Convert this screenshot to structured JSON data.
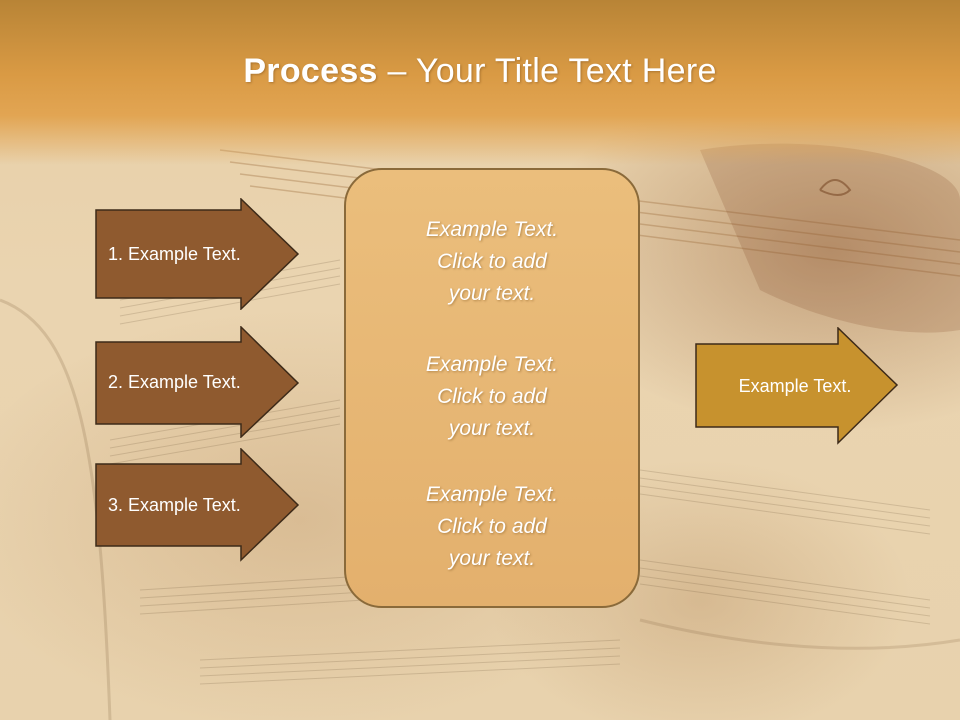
{
  "slide": {
    "title_bold": "Process",
    "title_rest": " – Your Title Text Here"
  },
  "left_steps": [
    {
      "label": "1. Example Text."
    },
    {
      "label": "2. Example Text."
    },
    {
      "label": "3. Example Text."
    }
  ],
  "center_box": {
    "blocks": [
      {
        "line1": "Example Text.",
        "line2": "Click  to add",
        "line3": "your text."
      },
      {
        "line1": "Example Text.",
        "line2": "Click  to add",
        "line3": "your text."
      },
      {
        "line1": "Example Text.",
        "line2": "Click  to add",
        "line3": "your text."
      }
    ]
  },
  "right_arrow": {
    "label": "Example Text."
  },
  "colors": {
    "title_band": "#d99a44",
    "step_arrow_fill": "#8f5a2f",
    "center_box_fill": "#e8b774",
    "right_arrow_fill": "#c7922e"
  }
}
